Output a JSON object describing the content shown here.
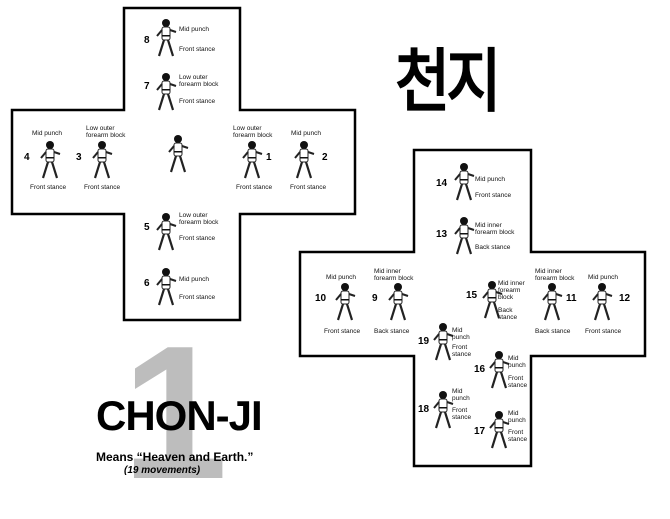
{
  "hangul": "천지",
  "big_number": "1",
  "title": "CHON-JI",
  "meaning": "Means “Heaven and Earth.”",
  "movements": "(19 movements)",
  "left_diagram": {
    "steps": [
      {
        "num": "8",
        "move": "Mid punch",
        "stance": "Front stance"
      },
      {
        "num": "7",
        "move": "Low outer\nforearm block",
        "stance": "Front stance"
      },
      {
        "num": "4",
        "move": "Mid punch",
        "stance": "Front stance"
      },
      {
        "num": "3",
        "move": "Low outer\nforearm block",
        "stance": "Front stance"
      },
      {
        "num": "1",
        "move": "Low outer\nforearm block",
        "stance": "Front stance"
      },
      {
        "num": "2",
        "move": "Mid punch",
        "stance": "Front stance"
      },
      {
        "num": "5",
        "move": "Low outer\nforearm block",
        "stance": "Front stance"
      },
      {
        "num": "6",
        "move": "Mid punch",
        "stance": "Front stance"
      }
    ]
  },
  "right_diagram": {
    "steps": [
      {
        "num": "14",
        "move": "Mid punch",
        "stance": "Front stance"
      },
      {
        "num": "13",
        "move": "Mid inner\nforearm block",
        "stance": "Back stance"
      },
      {
        "num": "10",
        "move": "Mid punch",
        "stance": "Front stance"
      },
      {
        "num": "9",
        "move": "Mid inner\nforearm block",
        "stance": "Back stance"
      },
      {
        "num": "15",
        "move": "Mid inner\nforearm\nblock",
        "stance": "Back\nstance"
      },
      {
        "num": "11",
        "move": "Mid inner\nforearm block",
        "stance": "Back stance"
      },
      {
        "num": "12",
        "move": "Mid punch",
        "stance": "Front stance"
      },
      {
        "num": "19",
        "move": "Mid\npunch",
        "stance": "Front\nstance"
      },
      {
        "num": "16",
        "move": "Mid\npunch",
        "stance": "Front\nstance"
      },
      {
        "num": "18",
        "move": "Mid\npunch",
        "stance": "Front\nstance"
      },
      {
        "num": "17",
        "move": "Mid\npunch",
        "stance": "Front\nstance"
      }
    ]
  }
}
